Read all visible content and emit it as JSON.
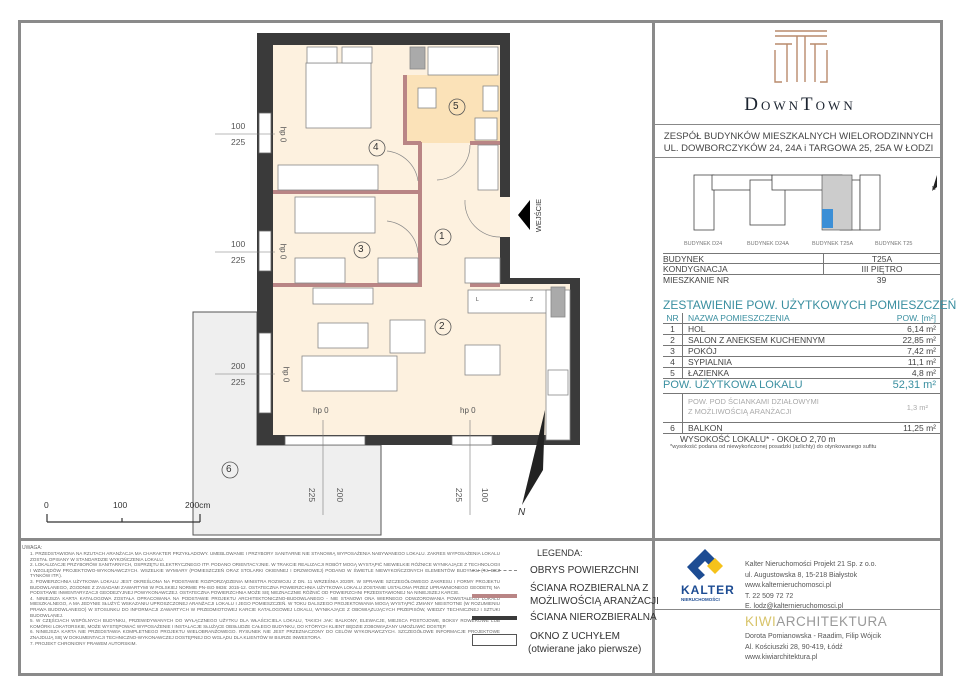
{
  "brand": {
    "name": "DownTown",
    "logo": "downtown-logo"
  },
  "project": {
    "line1": "ZESPÓŁ BUDYNKÓW MIESZKALNYCH WIELORODZINNYCH",
    "line2": "UL. DOWBORCZYKÓW 24, 24A i TARGOWA 25, 25A W ŁODZI"
  },
  "site_plan": {
    "buildings": [
      "BUDYNEK D24",
      "BUDYNEK D24A",
      "BUDYNEK T25A",
      "BUDYNEK T25"
    ],
    "north": "N",
    "highlight_color": "#3c8fd6"
  },
  "info": [
    {
      "label": "BUDYNEK",
      "value": "T25A"
    },
    {
      "label": "KONDYGNACJA",
      "value": "III PIĘTRO"
    },
    {
      "label": "MIESZKANIE NR",
      "value": "39"
    }
  ],
  "areas": {
    "title": "ZESTAWIENIE POW. UŻYTKOWYCH POMIESZCZEŃ",
    "headers": {
      "nr": "NR",
      "name": "NAZWA POMIESZCZENIA",
      "area": "POW. [m²]"
    },
    "rooms": [
      {
        "nr": "1",
        "name": "HOL",
        "area": "6,14 m²"
      },
      {
        "nr": "2",
        "name": "SALON Z ANEKSEM KUCHENNYM",
        "area": "22,85 m²"
      },
      {
        "nr": "3",
        "name": "POKÓJ",
        "area": "7,42 m²"
      },
      {
        "nr": "4",
        "name": "SYPIALNIA",
        "area": "11,1 m²"
      },
      {
        "nr": "5",
        "name": "ŁAZIENKA",
        "area": "4,8 m²"
      }
    ],
    "total_label": "POW. UŻYTKOWA LOKALU",
    "total_value": "52,31 m²",
    "partition_label1": "POW. POD ŚCIANKAMI DZIAŁOWYMI",
    "partition_label2": "Z MOŻLIWOŚCIĄ ARANŻACJI",
    "partition_value": "1,3 m²",
    "balcony": {
      "nr": "6",
      "name": "BALKON",
      "area": "11,25 m²"
    },
    "height": "WYSOKOŚĆ LOKALU* - OKOŁO 2,70 m",
    "height_note": "*wysokość podana od niewykończonej posadzki (szlichty) do otynkowanego sufitu"
  },
  "plan": {
    "room_numbers": [
      "1",
      "2",
      "3",
      "4",
      "5",
      "6"
    ],
    "windows": [
      {
        "w": "100",
        "h": "225"
      },
      {
        "w": "100",
        "h": "225"
      },
      {
        "w": "200",
        "h": "225"
      },
      {
        "w": "200",
        "h": "225"
      },
      {
        "w": "100",
        "h": "225"
      }
    ],
    "hp": "hp 0",
    "entrance": "WEJŚCIE",
    "kitchen_marks": [
      "L",
      "Z"
    ],
    "scale": [
      "0",
      "100",
      "200cm"
    ],
    "north": "N",
    "colors": {
      "floor": "#fdf1df",
      "bath": "#fbe2b8",
      "wall": "#3a3a3a",
      "partition": "#b98585",
      "balcony": "#efefef"
    }
  },
  "notes": {
    "title": "UWAGA:",
    "items": [
      "1. PRZEDSTAWIONA NA RZUTACH ARANŻACJA MA CHARAKTER PRZYKŁADOWY. UMEBLOWANIE I PRZYBORY SANITARNE NIE STANOWIĄ WYPOSAŻENIA NABYWANEGO LOKALU. ZAKRES WYPOSAŻENIA LOKALU ZOSTAŁ OPISANY W STANDARDZIE WYKOŃCZENIA LOKALU.",
      "2. LOKALIZACJE PRZYBORÓW SANITARNYCH, OSPRZĘTU ELEKTRYCZNEGO ITP. PODANO ORIENTACYJNIE. W TRAKCIE REALIZACJI ROBÓT MOGĄ WYSTĄPIĆ NIEWIELKIE RÓŻNICE WYNIKAJĄCE Z TECHNOLOGII I WZGLĘDÓW PROJEKTOWO-WYKONAWCZYCH. WSZELKIE WYMIARY (POMIESZCZEŃ ORAZ STOLARKI OKIENNEJ I DRZWIOWEJ) PODANO W ŚWIETLE NIEWYKOŃCZONYCH ELEMENTÓW BUDYNKU (TJ. BEZ TYNKÓW ITP.).",
      "3. POWIERZCHNIA UŻYTKOWA LOKALU JEST OKREŚLONA NA PODSTAWIE ROZPORZĄDZENIA MINISTRA ROZWOJU Z DN. 11 WRZEŚNIA 2020R. W SPRAWIE SZCZEGÓŁOWEGO ZAKRESU I FORMY PROJEKTU BUDOWLANEGO, ZGODNIE Z ZASADAMI ZAWARTYMI W POLSKIEJ NORMIE PN-ISO 9836: 2015-12. OSTATECZNA POWIERZCHNIA UŻYTKOWA LOKALU ZOSTANIE USTALONA PRZEZ UPRAWNIONEGO GEODETĘ NA PODSTAWIE INWENTARYZACJI GEODEZYJNEJ POWYKONAWCZEJ. OSTATECZNA POWIERZCHNIA MOŻE SIĘ NIEZNACZNIE RÓŻNIĆ OD POWIERZCHNI PRZEDSTAWIONEJ NA NINIEJSZEJ KARCIE.",
      "4. NINIEJSZA KARTA KATALOGOWA ZOSTAŁA OPRACOWANA NA PODSTAWIE PROJEKTU ARCHITEKTONICZNO-BUDOWLANEGO - NIE STANOWI ONA WIERNEGO ODWZOROWANIA POWSTAŁEGO LOKALU MIESZKALNEGO, A MA JEDYNIE SŁUŻYĆ WSKAZANIU UPROSZCZONEJ ARANŻACJI LOKALU I JEGO POMIESZCZEŃ. W TOKU DALSZEGO PROJEKTOWANIA MOGĄ WYSTĄPIĆ ZMIANY NIEISTOTNE (W ROZUMIENIU PRAWA BUDOWLANEGO) W STOSUNKU DO INFORMACJI ZAWARTYCH W PRZEDMIOTOWEJ KARCIE KATALOGOWEJ LOKALU, WYNIKAJĄCE Z OBOWIĄZUJĄCYCH PRZEPISÓW, WIEDZY TECHNICZNEJ I SZTUKI BUDOWLANEJ.",
      "5. W CZĘŚCIACH WSPÓLNYCH BUDYNKU, PRZEWIDYWANYCH DO WYŁĄCZNEGO UŻYTKU DLA WŁAŚCICIELA LOKALU, TAKICH JAK: BALKONY, ELEWACJE, MIEJSCA POSTOJOWE, BOKSY ROWEROWE LUB KOMÓRKI LOKATORSKIE, MOŻE WYSTĘPOWAĆ WYPOSAŻENIE I INSTALACJE SŁUŻĄCE OBSŁUDZE CAŁEGO BUDYNKU, DO KTÓRYCH KLIENT BĘDZIE ZOBOWIĄZANY UMOŻLIWIĆ DOSTĘP.",
      "6. NINIEJSZA KARTA NIE PRZEDSTAWIA KOMPLETNEGO PROJEKTU WIELOBRANŻOWEGO. RYSUNEK NIE JEST PRZEZNACZONY DO CELÓW WYKONAWCZYCH. SZCZEGÓŁOWE INFORMACJE PROJEKTOWE ZNAJDUJĄ SIĘ W DOKUMENTACJI TECHNICZNO-WYKONAWCZEJ DOSTĘPNEJ DO WGLĄDU DLA KLIENTÓW W BIURZE INWESTORA.",
      "7. PROJEKT CHRONIONY PRAWEM AUTORSKIM."
    ]
  },
  "legend": {
    "title": "LEGENDA:",
    "items": [
      "OBRYS POWIERZCHNI",
      "ŚCIANA ROZBIERALNA Z",
      "MOŻLIWOŚCIĄ ARANŻACJI",
      "ŚCIANA NIEROZBIERALNA",
      "OKNO Z UCHYŁEM",
      "(otwierane jako pierwsze)"
    ]
  },
  "developer": {
    "logo_name": "KALTER",
    "logo_sub": "NIERUCHOMOŚCI",
    "lines": [
      "Kalter Nieruchomości Projekt 21 Sp. z o.o.",
      "ul. Augustowska 8, 15-218 Białystok",
      "www.kalternieruchomosci.pl",
      "T. 22 509 72 72",
      "E. lodz@kalternieruchomosci.pl"
    ]
  },
  "architect": {
    "name_a": "KIWI",
    "name_b": "ARCHITEKTURA",
    "lines": [
      "Dorota Pomianowska - Raadim, Filip Wójcik",
      "Al. Kościuszki 28, 90-419, Łódź",
      "www.kiwiarchitektura.pl"
    ]
  }
}
